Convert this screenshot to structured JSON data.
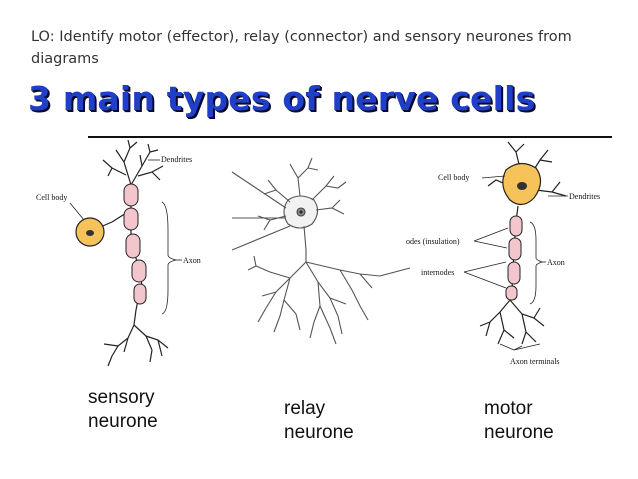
{
  "slide": {
    "objective": "LO: Identify motor (effector), relay (connector) and sensory neurones from diagrams",
    "title": "3 main types of nerve cells"
  },
  "sensory": {
    "label_line1": "sensory",
    "label_line2": "neurone",
    "dendrites_label": "Dendrites",
    "cell_body_label": "Cell body",
    "axon_label": "Axon"
  },
  "relay": {
    "label_line1": "relay",
    "label_line2": "neurone"
  },
  "motor": {
    "label_line1": "motor",
    "label_line2": "neurone",
    "cell_body_label": "Cell body",
    "dendrites_label": "Dendrites",
    "nodes_label": "odes (insulation)",
    "internodes_label": "internodes",
    "axon_label": "Axon",
    "terminals_label": "Axon terminals"
  },
  "colors": {
    "title": "#1f3fc8",
    "cell_body": "#f6c35a",
    "myelin": "#f2c6cc",
    "line": "#222222"
  }
}
